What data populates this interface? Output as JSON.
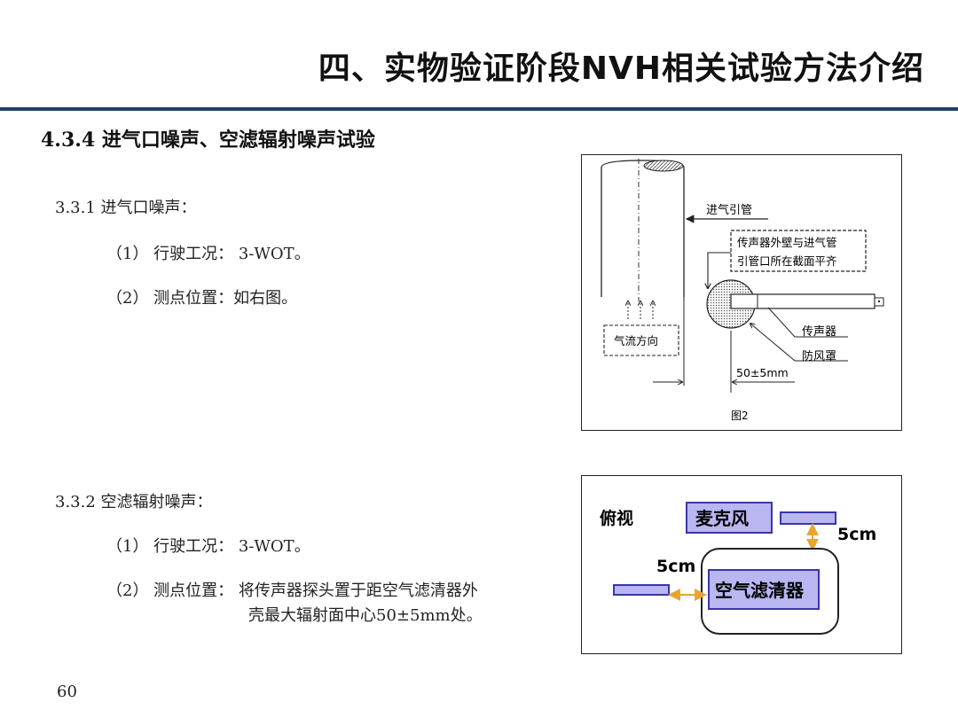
{
  "slide": {
    "title": "四、实物验证阶段NVH相关试验方法介绍",
    "subtitle": "4.3.4 进气口噪声、空滤辐射噪声试验",
    "page_number": "60"
  },
  "section1": {
    "heading": "3.3.1  进气口噪声：",
    "item1": "（1）  行驶工况：  3-WOT。",
    "item2": "（2）  测点位置：如右图。"
  },
  "section2": {
    "heading": "3.3.2  空滤辐射噪声：",
    "item1": "（1）  行驶工况：  3-WOT。",
    "item2_line1": "（2）  测点位置：  将传声器探头置于距空气滤清器外",
    "item2_line2": "壳最大辐射面中心50±5mm处。"
  },
  "figure1": {
    "label_intake_pipe": "进气引管",
    "note_line1": "传声器外壁与进气管",
    "note_line2": "引管口所在截面平齐",
    "label_airflow": "气流方向",
    "label_mic": "传声器",
    "label_windscreen": "防风罩",
    "label_distance": "50±5mm",
    "caption": "图2"
  },
  "figure2": {
    "label_top_view": "俯视",
    "label_microphone": "麦克风",
    "label_air_filter": "空气滤清器",
    "label_dist_top": "5cm",
    "label_dist_left": "5cm"
  },
  "colors": {
    "title_bar": "#1f3f6e",
    "box_fill": "#b9b6f2",
    "box_stroke": "#3b36a8",
    "arrow": "#e8a631"
  }
}
